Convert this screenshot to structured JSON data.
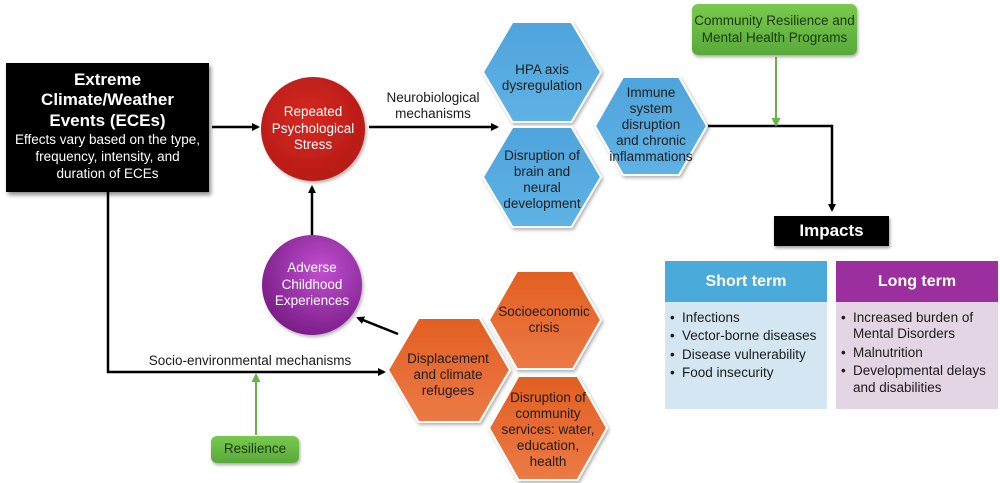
{
  "diagram": {
    "source_box": {
      "title": "Extreme Climate/Weather Events (ECEs)",
      "title_lines": [
        "Extreme",
        "Climate/Weather",
        "Events (ECEs)"
      ],
      "subtitle_lines": [
        "Effects vary based on the type,",
        "frequency, intensity, and",
        "duration of ECEs"
      ]
    },
    "stress_circle": {
      "lines": [
        "Repeated",
        "Psychological",
        "Stress"
      ],
      "color": "#c8201c"
    },
    "ace_circle": {
      "lines": [
        "Adverse",
        "Childhood",
        "Experiences"
      ],
      "color": "#9b2fa8"
    },
    "neuro_label": {
      "lines": [
        "Neurobiological",
        "mechanisms"
      ]
    },
    "socio_label": "Socio-environmental mechanisms",
    "blue_hexagons": [
      {
        "id": "hpa",
        "lines": [
          "HPA axis",
          "dysregulation"
        ]
      },
      {
        "id": "brain",
        "lines": [
          "Disruption of",
          "brain and",
          "neural",
          "development"
        ]
      },
      {
        "id": "immune",
        "lines": [
          "Immune",
          "system",
          "disruption",
          "and chronic",
          "inflammations"
        ]
      }
    ],
    "orange_hexagons": [
      {
        "id": "displacement",
        "lines": [
          "Displacement",
          "and climate",
          "refugees"
        ]
      },
      {
        "id": "socioeconomic",
        "lines": [
          "Socioeconomic",
          "crisis"
        ]
      },
      {
        "id": "community",
        "lines": [
          "Disruption of",
          "community",
          "services: water,",
          "education,",
          "health"
        ]
      }
    ],
    "community_programs": {
      "lines": [
        "Community Resilience and",
        "Mental Health Programs"
      ]
    },
    "resilience": "Resilience",
    "impacts": "Impacts",
    "short_term": {
      "title": "Short term",
      "items": [
        "Infections",
        " Vector-borne diseases",
        "Disease vulnerability",
        "Food insecurity"
      ]
    },
    "long_term": {
      "title": "Long term",
      "items": [
        "Increased burden of Mental Disorders",
        "Malnutrition",
        "Developmental delays and disabilities"
      ]
    },
    "colors": {
      "blue_hex": "#55ace0",
      "orange_hex": "#e8652a",
      "green": "#66b545",
      "short_head": "#4aaad9",
      "short_body": "#d4e6f1",
      "long_head": "#9c2f9e",
      "long_body": "#e3d5e4"
    }
  }
}
